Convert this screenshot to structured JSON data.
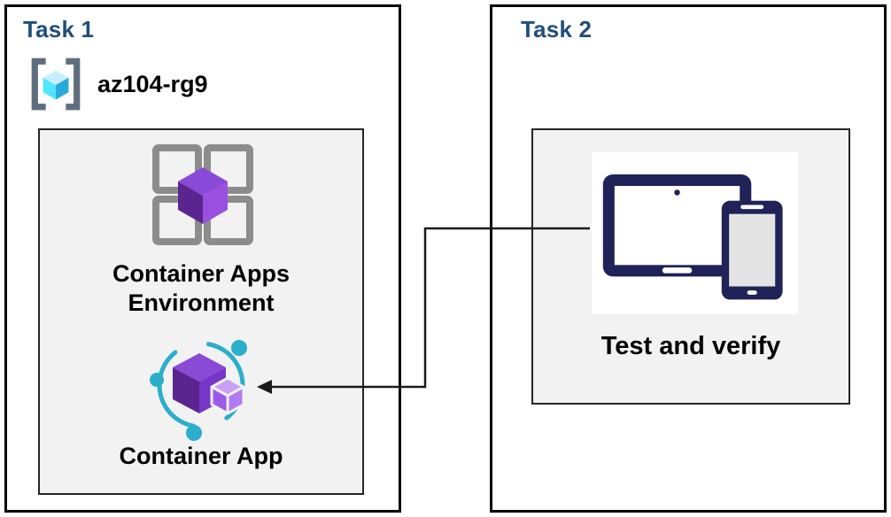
{
  "task1": {
    "title": "Task 1",
    "resource_group_label": "az104-rg9",
    "environment_label_line1": "Container Apps",
    "environment_label_line2": "Environment",
    "container_app_label": "Container App"
  },
  "task2": {
    "title": "Task 2",
    "test_label": "Test and verify"
  },
  "icons": {
    "resource_group": "resource-group-icon",
    "container_apps_environment": "container-apps-environment-icon",
    "container_app": "container-app-icon",
    "devices": "tablet-phone-devices-icon",
    "arrow": "arrow-left-icon"
  },
  "colors": {
    "title_blue": "#1F4E79",
    "box_border": "#000000",
    "inner_panel_bg": "#F2F2F2",
    "inner_panel_border": "#262626",
    "label_black": "#000000",
    "bracket_gray": "#5F6E7E",
    "cube_cyan_light": "#C7F0FF",
    "cube_cyan": "#50E6FF",
    "cube_cyan_dark": "#2AA9DC",
    "frame_gray": "#8C8C8C",
    "purple_top": "#8A4AD8",
    "purple_dark": "#5A258F",
    "purple_mid": "#7635C8",
    "purple_light": "#B27CF0",
    "teal": "#2BAECB",
    "device_navy": "#1F2357",
    "connector_black": "#1A1A1A"
  }
}
